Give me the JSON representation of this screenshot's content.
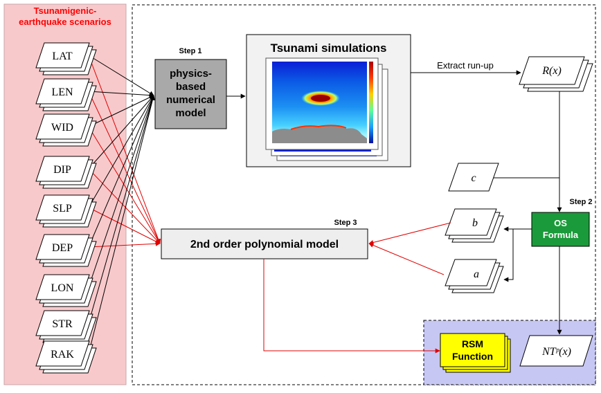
{
  "panel": {
    "title_line1": "Tsunamigenic-",
    "title_line2": "earthquake scenarios",
    "colors": {
      "panel_bg": "#f8c9cb",
      "title": "#ff0000",
      "red_arrow": "#e00000",
      "rsm_region": "#c7c7f4",
      "rsm_box": "#ffff00",
      "os_box": "#1a9a3a",
      "physics_box": "#a9a9a9"
    }
  },
  "params": [
    {
      "id": "lat",
      "label": "LAT"
    },
    {
      "id": "len",
      "label": "LEN"
    },
    {
      "id": "wid",
      "label": "WID"
    },
    {
      "id": "dip",
      "label": "DIP"
    },
    {
      "id": "slp",
      "label": "SLP"
    },
    {
      "id": "dep",
      "label": "DEP"
    },
    {
      "id": "lon",
      "label": "LON"
    },
    {
      "id": "str",
      "label": "STR"
    },
    {
      "id": "rak",
      "label": "RAK"
    }
  ],
  "step1": {
    "label": "Step 1",
    "box_lines": [
      "physics-",
      "based",
      "numerical",
      "model"
    ]
  },
  "simulations": {
    "title": "Tsunami simulations"
  },
  "extract": {
    "label": "Extract run-up"
  },
  "outputs": {
    "runup": "R(x)",
    "c": "c",
    "b": "b",
    "a": "a",
    "ntp": "NTᵖ(x)"
  },
  "step2": {
    "label": "Step 2",
    "box_lines": [
      "OS",
      "Formula"
    ]
  },
  "step3": {
    "label": "Step 3",
    "box_label": "2nd order polynomial model"
  },
  "rsm": {
    "box_lines": [
      "RSM",
      "Function"
    ]
  }
}
